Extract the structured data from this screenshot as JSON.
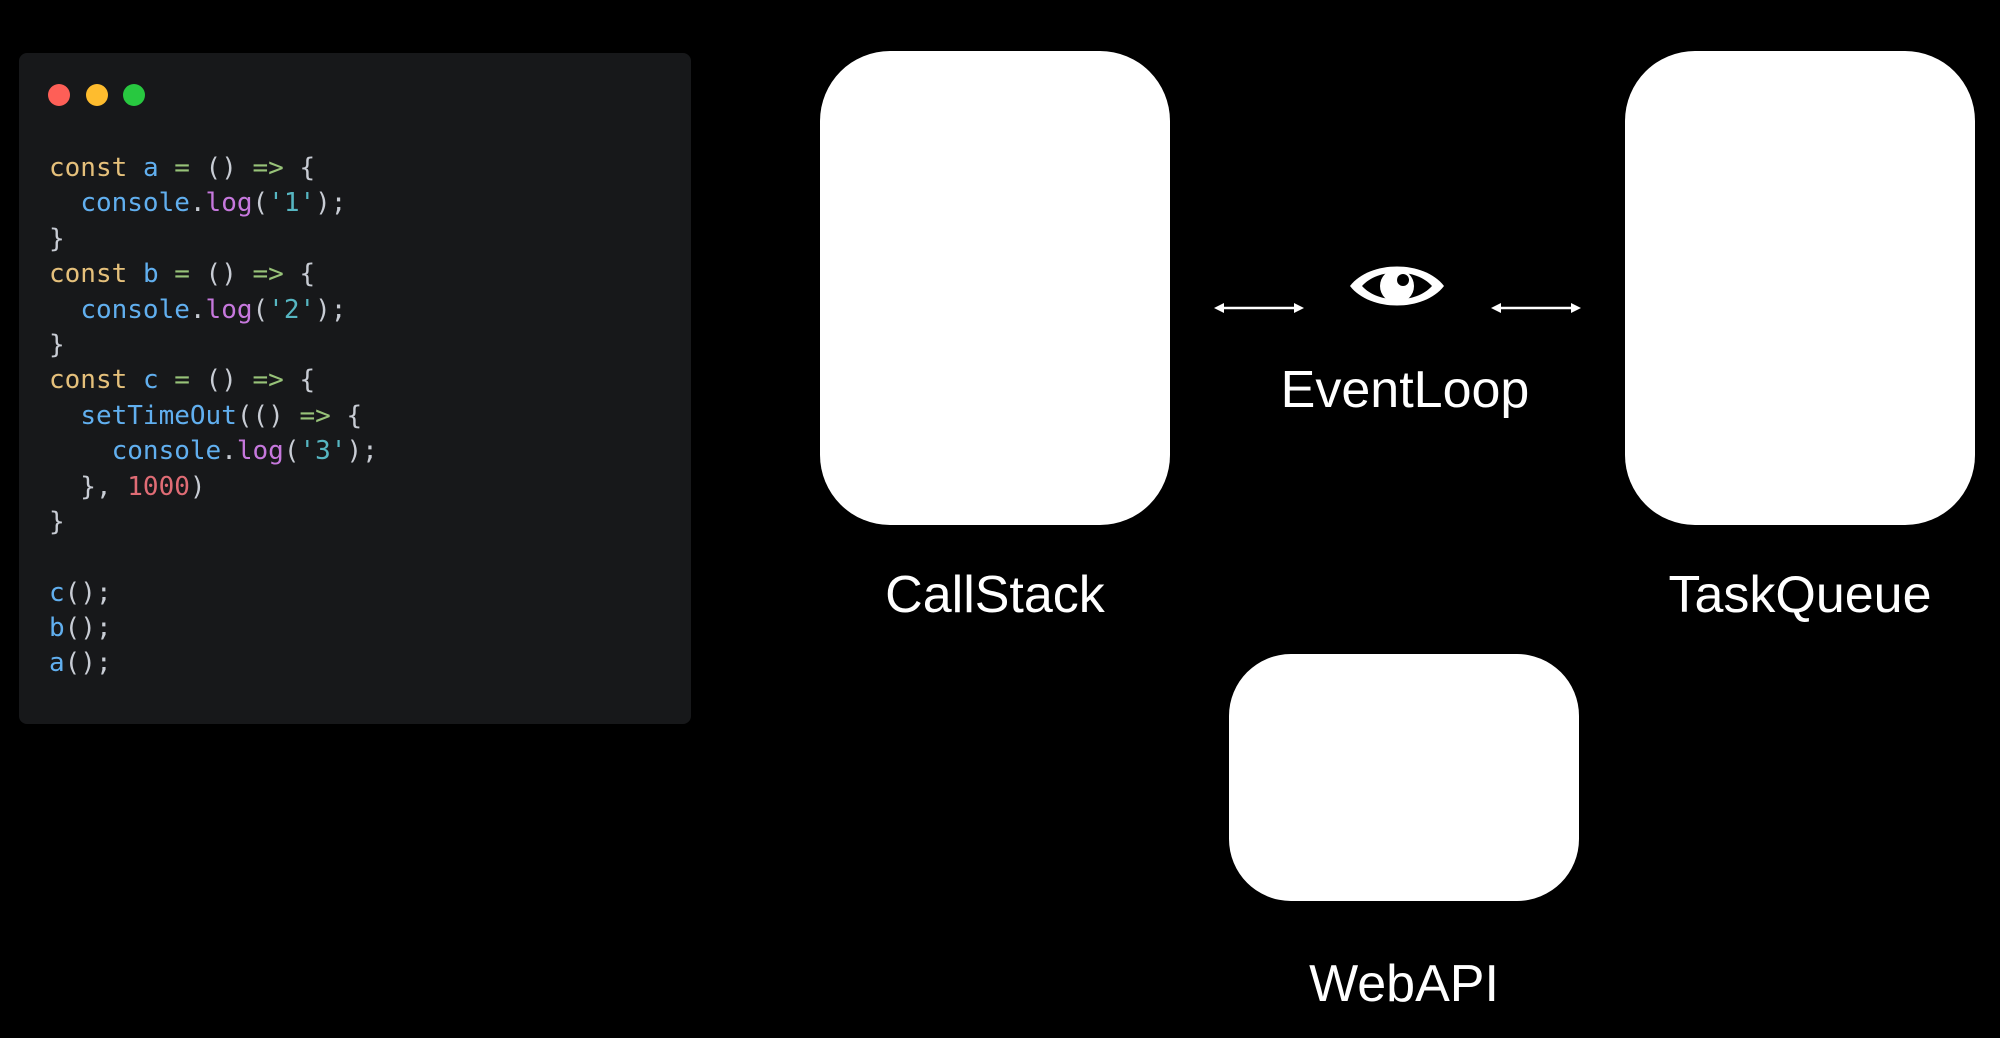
{
  "code_window": {
    "controls": [
      "close",
      "minimize",
      "zoom"
    ],
    "colors": {
      "close": "#fe5f57",
      "minimize": "#febc2e",
      "zoom": "#28c840",
      "background": "#17181a"
    },
    "lines": [
      [
        {
          "t": "const",
          "c": "keyword"
        },
        {
          "t": " ",
          "c": "punct"
        },
        {
          "t": "a",
          "c": "var"
        },
        {
          "t": " ",
          "c": "punct"
        },
        {
          "t": "=",
          "c": "op"
        },
        {
          "t": " () ",
          "c": "punct"
        },
        {
          "t": "=>",
          "c": "op"
        },
        {
          "t": " {",
          "c": "punct"
        }
      ],
      [
        {
          "t": "  ",
          "c": "punct"
        },
        {
          "t": "console",
          "c": "obj"
        },
        {
          "t": ".",
          "c": "punct"
        },
        {
          "t": "log",
          "c": "method"
        },
        {
          "t": "(",
          "c": "punct"
        },
        {
          "t": "'1'",
          "c": "string"
        },
        {
          "t": ");",
          "c": "punct"
        }
      ],
      [
        {
          "t": "}",
          "c": "punct"
        }
      ],
      [
        {
          "t": "const",
          "c": "keyword"
        },
        {
          "t": " ",
          "c": "punct"
        },
        {
          "t": "b",
          "c": "var"
        },
        {
          "t": " ",
          "c": "punct"
        },
        {
          "t": "=",
          "c": "op"
        },
        {
          "t": " () ",
          "c": "punct"
        },
        {
          "t": "=>",
          "c": "op"
        },
        {
          "t": " {",
          "c": "punct"
        }
      ],
      [
        {
          "t": "  ",
          "c": "punct"
        },
        {
          "t": "console",
          "c": "obj"
        },
        {
          "t": ".",
          "c": "punct"
        },
        {
          "t": "log",
          "c": "method"
        },
        {
          "t": "(",
          "c": "punct"
        },
        {
          "t": "'2'",
          "c": "string"
        },
        {
          "t": ");",
          "c": "punct"
        }
      ],
      [
        {
          "t": "}",
          "c": "punct"
        }
      ],
      [
        {
          "t": "const",
          "c": "keyword"
        },
        {
          "t": " ",
          "c": "punct"
        },
        {
          "t": "c",
          "c": "var"
        },
        {
          "t": " ",
          "c": "punct"
        },
        {
          "t": "=",
          "c": "op"
        },
        {
          "t": " () ",
          "c": "punct"
        },
        {
          "t": "=>",
          "c": "op"
        },
        {
          "t": " {",
          "c": "punct"
        }
      ],
      [
        {
          "t": "  ",
          "c": "punct"
        },
        {
          "t": "setTimeOut",
          "c": "func"
        },
        {
          "t": "(() ",
          "c": "punct"
        },
        {
          "t": "=>",
          "c": "op"
        },
        {
          "t": " {",
          "c": "punct"
        }
      ],
      [
        {
          "t": "    ",
          "c": "punct"
        },
        {
          "t": "console",
          "c": "obj"
        },
        {
          "t": ".",
          "c": "punct"
        },
        {
          "t": "log",
          "c": "method"
        },
        {
          "t": "(",
          "c": "punct"
        },
        {
          "t": "'3'",
          "c": "string"
        },
        {
          "t": ");",
          "c": "punct"
        }
      ],
      [
        {
          "t": "  }, ",
          "c": "punct"
        },
        {
          "t": "1000",
          "c": "number"
        },
        {
          "t": ")",
          "c": "punct"
        }
      ],
      [
        {
          "t": "}",
          "c": "punct"
        }
      ],
      [],
      [
        {
          "t": "c",
          "c": "func"
        },
        {
          "t": "();",
          "c": "punct"
        }
      ],
      [
        {
          "t": "b",
          "c": "func"
        },
        {
          "t": "();",
          "c": "punct"
        }
      ],
      [
        {
          "t": "a",
          "c": "func"
        },
        {
          "t": "();",
          "c": "punct"
        }
      ]
    ]
  },
  "diagram": {
    "callstack": {
      "label": "CallStack"
    },
    "taskqueue": {
      "label": "TaskQueue"
    },
    "eventloop": {
      "label": "EventLoop",
      "icon": "eye-icon"
    },
    "webapi": {
      "label": "WebAPI"
    },
    "connectors": [
      "double-arrow",
      "double-arrow"
    ]
  }
}
